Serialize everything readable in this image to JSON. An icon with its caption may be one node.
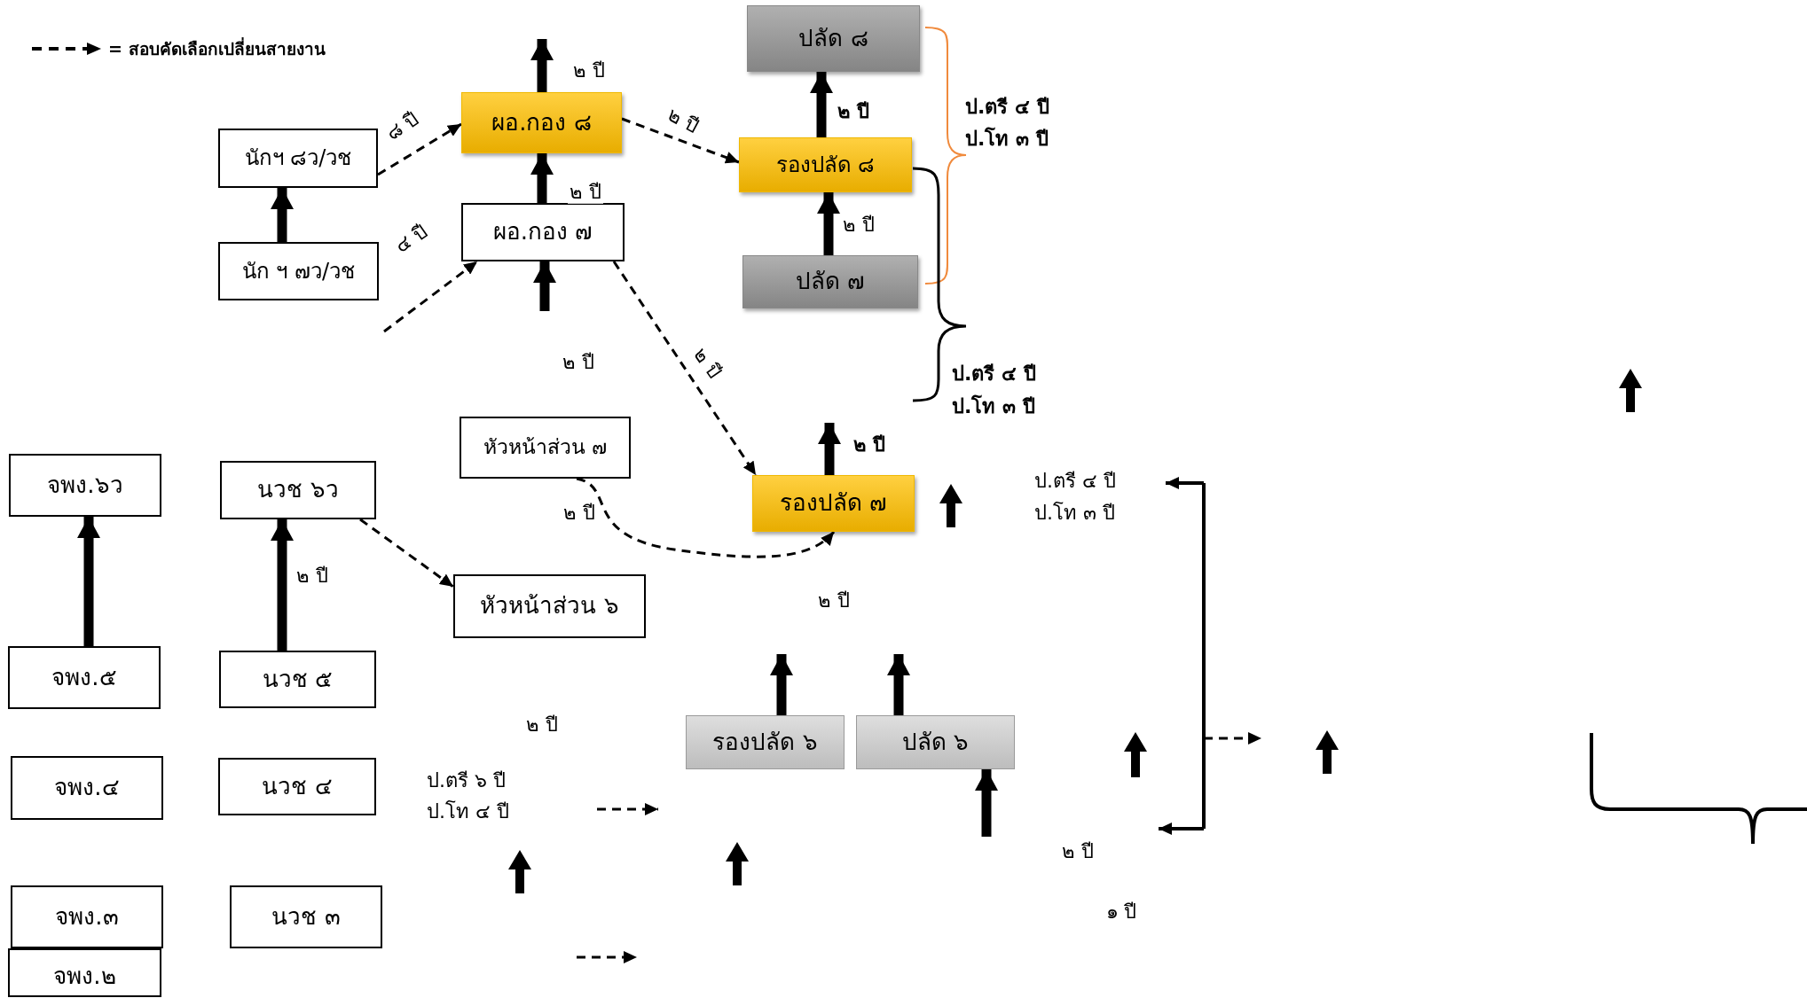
{
  "diagram": {
    "nodes": [
      {
        "text": [
          "ปลัด ๘"
        ]
      },
      {
        "text": [
          "ผอ.กอง ๘"
        ]
      },
      {
        "text": [
          "นักฯ ๘ว/วช"
        ]
      },
      {
        "text": [
          "รองปลัด ๘"
        ]
      },
      {
        "text": [
          "ผอ.กอง ๗"
        ]
      },
      {
        "text": [
          "นัก ฯ ๗ว/วช"
        ]
      },
      {
        "text": [
          "ปลัด  ๗"
        ]
      },
      {
        "text": [
          "หัวหน้าส่วน ๗"
        ]
      },
      {
        "text": [
          "จพง.๖ว"
        ]
      },
      {
        "text": [
          "นวช ๖ว"
        ]
      },
      {
        "text": [
          "รองปลัด ๗"
        ]
      },
      {
        "text": [
          "หัวหน้าส่วน ๖"
        ]
      },
      {
        "text": [
          "จพง.๕"
        ]
      },
      {
        "text": [
          "นวช ๕"
        ]
      },
      {
        "text": [
          "รองปลัด ๖"
        ]
      },
      {
        "text": [
          "ปลัด ๖"
        ]
      },
      {
        "text": [
          "จพง.๔"
        ]
      },
      {
        "text": [
          "นวช ๔"
        ]
      },
      {
        "text": [
          "จพง.๓"
        ]
      },
      {
        "text": [
          "นวช ๓"
        ]
      },
      {
        "text": [
          "จพง.๒"
        ]
      }
    ],
    "edges": [
      {
        "from": 5,
        "to": 2,
        "arrow": "to"
      },
      {
        "from": 4,
        "to": 1,
        "arrow": "to",
        "label": "๒ ปี"
      },
      {
        "from": 6,
        "to": 3,
        "arrow": "to",
        "label": "๒ ปี"
      },
      {
        "from": 3,
        "to": 0,
        "arrow": "to",
        "label": "๒ ปี"
      },
      {
        "from": 1,
        "to": null,
        "arrow": "to",
        "label": "๒ ปี"
      },
      {
        "from": null,
        "to": 4,
        "arrow": "to"
      },
      {
        "from": 10,
        "to": null,
        "arrow": "to",
        "label": "๒ ปี"
      },
      {
        "from": 2,
        "to": 1,
        "arrow": "to",
        "style": "dashed",
        "label": "๘ ปี"
      },
      {
        "from": 1,
        "to": 3,
        "arrow": "to",
        "style": "dashed",
        "label": "๒ ปี"
      },
      {
        "from": 4,
        "to": 10,
        "arrow": "to",
        "style": "dashed",
        "label": "๒ ปี"
      },
      {
        "from": 9,
        "to": 11,
        "arrow": "to",
        "style": "dashed"
      },
      {
        "from": 7,
        "to": 10,
        "arrow": "to",
        "style": "dashed",
        "label": "๒ ปี"
      },
      {
        "from": 13,
        "to": 9,
        "arrow": "to",
        "label": "๒ ปี"
      },
      {
        "from": 12,
        "to": 8,
        "arrow": "to"
      },
      {
        "from": 14,
        "to": null,
        "arrow": "to"
      },
      {
        "from": 15,
        "to": null,
        "arrow": "to"
      },
      {
        "from": null,
        "to": 15,
        "arrow": "to"
      },
      {
        "from": null,
        "to": 4,
        "arrow": "to",
        "style": "dashed"
      }
    ],
    "labels": [
      "๔ ปี",
      "ป.ตรี ๔ ปี",
      "ป.โท ๓ ปี",
      "๒ ปี",
      "ป.ตรี ๔ ปี",
      "ป.โท ๓ ปี",
      "ป.ตรี ๔ ปี",
      "ป.โท ๓ ปี",
      "๒ ปี",
      "๒ ปี",
      "ป.ตรี ๖ ปี",
      "ป.โท ๔ ปี",
      "๒ ปี",
      "๑ ปี"
    ],
    "legend": [
      {
        "text": "= สอบคัดเลือกเปลี่ยนสายงาน"
      }
    ]
  }
}
